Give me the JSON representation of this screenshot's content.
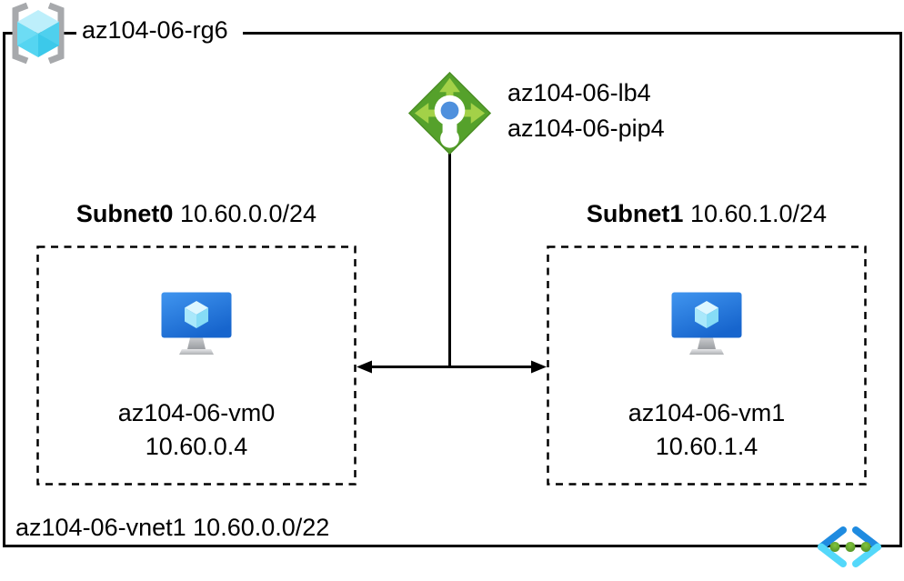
{
  "diagram": {
    "resource_group": {
      "label": "az104-06-rg6"
    },
    "load_balancer": {
      "name": "az104-06-lb4",
      "public_ip": "az104-06-pip4"
    },
    "subnets": [
      {
        "name": "Subnet0",
        "cidr": "10.60.0.0/24",
        "vm": {
          "name": "az104-06-vm0",
          "ip": "10.60.0.4"
        }
      },
      {
        "name": "Subnet1",
        "cidr": "10.60.1.0/24",
        "vm": {
          "name": "az104-06-vm1",
          "ip": "10.60.1.4"
        }
      }
    ],
    "vnet": {
      "name": "az104-06-vnet1",
      "cidr": "10.60.0.0/22"
    },
    "icons": {
      "resource_group": "resource-group-icon",
      "load_balancer": "load-balancer-icon",
      "virtual_machine": "virtual-machine-icon",
      "virtual_network": "virtual-network-icon"
    },
    "colors": {
      "line": "#000000",
      "lb_diamond": "#55a12b",
      "lb_arrow": "#a3d148",
      "lb_dot": "#4f90dd",
      "vm_screen_top": "#4095ef",
      "vm_screen_bottom": "#1765cd",
      "vnet_blue": "#1f8be0",
      "vnet_cyan": "#54d8fa",
      "vnet_dot": "#5fa428",
      "rg_cube": "#4fd0ee",
      "rg_bracket": "#a7a9ac"
    }
  }
}
